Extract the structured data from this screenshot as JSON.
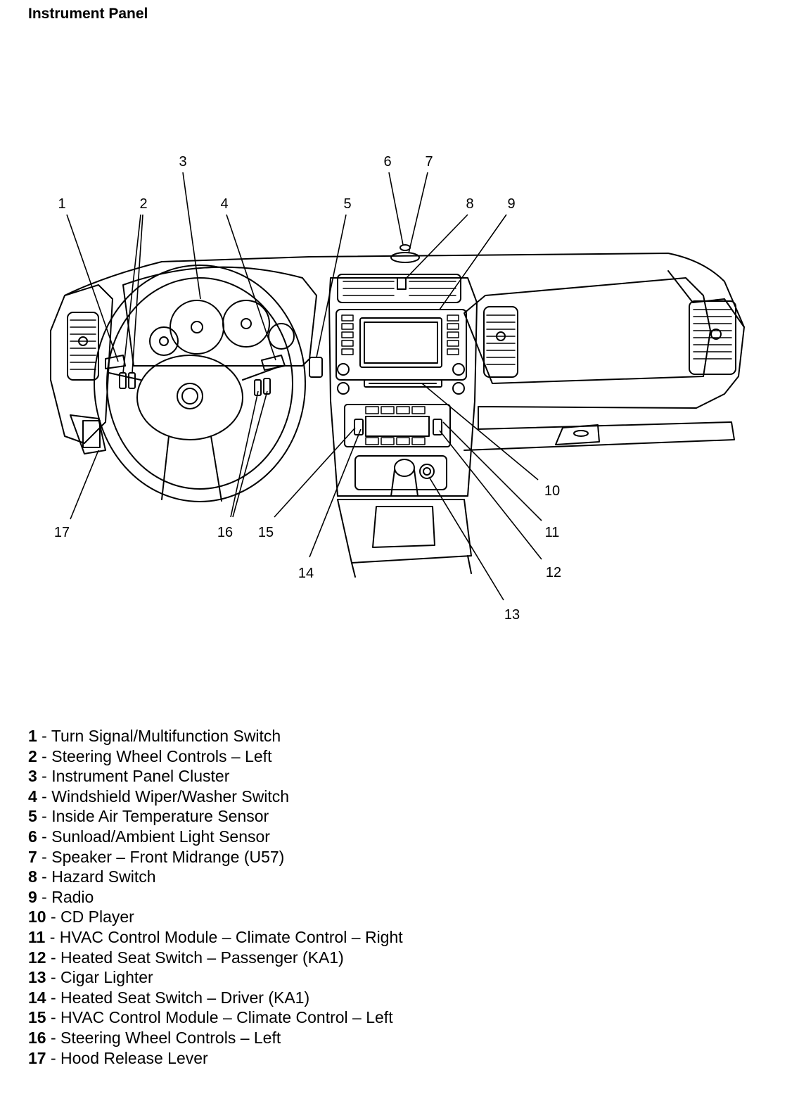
{
  "page": {
    "title": "Instrument Panel"
  },
  "callouts": [
    "1",
    "2",
    "3",
    "4",
    "5",
    "6",
    "7",
    "8",
    "9",
    "10",
    "11",
    "12",
    "13",
    "14",
    "15",
    "16",
    "17"
  ],
  "legend": [
    {
      "num": "1",
      "text": " - Turn Signal/Multifunction Switch"
    },
    {
      "num": "2",
      "text": " - Steering Wheel Controls – Left"
    },
    {
      "num": "3",
      "text": " - Instrument Panel Cluster"
    },
    {
      "num": "4",
      "text": " - Windshield Wiper/Washer Switch"
    },
    {
      "num": "5",
      "text": " - Inside Air Temperature Sensor"
    },
    {
      "num": "6",
      "text": " - Sunload/Ambient Light Sensor"
    },
    {
      "num": "7",
      "text": " - Speaker – Front Midrange (U57)"
    },
    {
      "num": "8",
      "text": " - Hazard Switch"
    },
    {
      "num": "9",
      "text": " - Radio"
    },
    {
      "num": "10",
      "text": " - CD Player"
    },
    {
      "num": "11",
      "text": " - HVAC Control Module – Climate Control – Right"
    },
    {
      "num": "12",
      "text": " - Heated Seat Switch – Passenger (KA1)"
    },
    {
      "num": "13",
      "text": " - Cigar Lighter"
    },
    {
      "num": "14",
      "text": " - Heated Seat Switch – Driver (KA1)"
    },
    {
      "num": "15",
      "text": " - HVAC Control Module – Climate Control – Left"
    },
    {
      "num": "16",
      "text": " - Steering Wheel Controls – Left"
    },
    {
      "num": "17",
      "text": " - Hood Release Lever"
    }
  ]
}
